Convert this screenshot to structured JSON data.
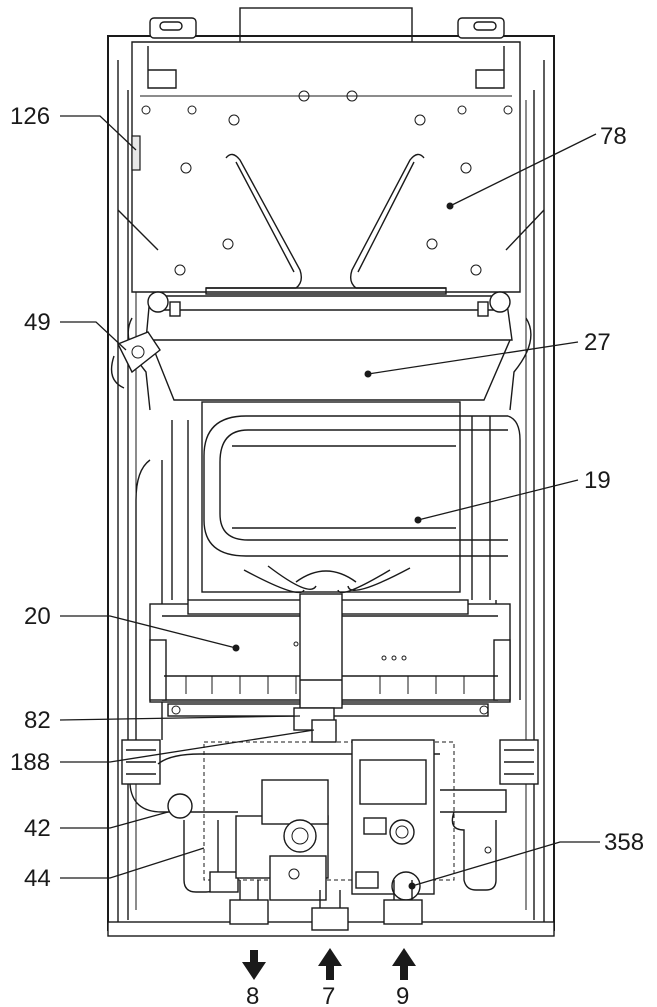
{
  "callouts": {
    "c126": "126",
    "c78": "78",
    "c49": "49",
    "c27": "27",
    "c19": "19",
    "c20": "20",
    "c82": "82",
    "c188": "188",
    "c42": "42",
    "c44": "44",
    "c358": "358"
  },
  "flow_arrows": {
    "a8": "8",
    "a7": "7",
    "a9": "9"
  }
}
